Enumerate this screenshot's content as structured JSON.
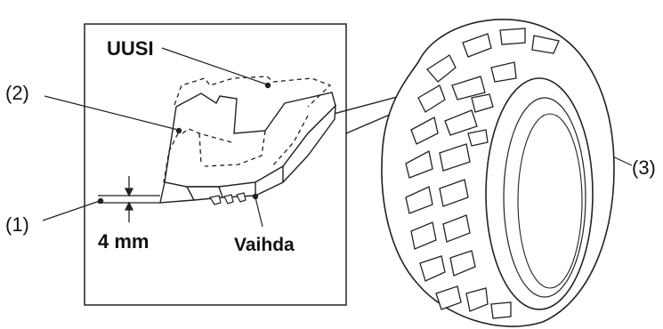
{
  "labels": {
    "new": "UUSI",
    "replace": "Vaihda",
    "depth": "4 mm",
    "callout_1": "(1)",
    "callout_2": "(2)",
    "callout_3": "(3)"
  },
  "colors": {
    "line": "#1a1a1a",
    "background": "#ffffff"
  }
}
